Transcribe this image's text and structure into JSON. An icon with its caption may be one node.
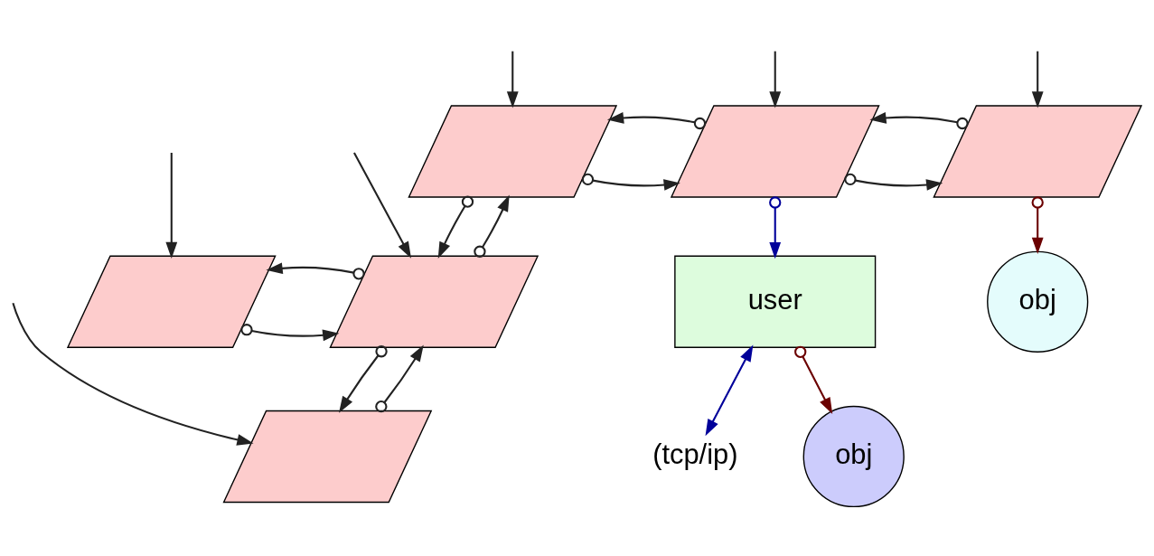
{
  "diagram": {
    "nodes": [
      {
        "text": [],
        "shape": "parallelogram"
      },
      {
        "text": [],
        "shape": "parallelogram"
      },
      {
        "text": [],
        "shape": "parallelogram"
      },
      {
        "text": [],
        "shape": "parallelogram"
      },
      {
        "text": [],
        "shape": "parallelogram"
      },
      {
        "text": [],
        "shape": "parallelogram"
      },
      {
        "text": [
          "user"
        ]
      },
      {
        "text": [
          "obj"
        ]
      },
      {
        "text": [
          "obj"
        ]
      },
      {
        "text": [
          "(tcp/ip)"
        ]
      }
    ],
    "edges": [
      {
        "from": null,
        "to": 0,
        "arrow": "to"
      },
      {
        "from": null,
        "to": 1,
        "arrow": "to"
      },
      {
        "from": null,
        "to": 2,
        "arrow": "to"
      },
      {
        "from": null,
        "to": 3,
        "arrow": "to"
      },
      {
        "from": null,
        "to": 4,
        "arrow": "to"
      },
      {
        "from": null,
        "to": 5,
        "arrow": "to"
      },
      {
        "from": 0,
        "to": 1,
        "arrow": "to"
      },
      {
        "from": 1,
        "to": 0,
        "arrow": "to"
      },
      {
        "from": 1,
        "to": 2,
        "arrow": "to"
      },
      {
        "from": 2,
        "to": 1,
        "arrow": "to"
      },
      {
        "from": 3,
        "to": 4,
        "arrow": "to"
      },
      {
        "from": 4,
        "to": 3,
        "arrow": "to"
      },
      {
        "from": 0,
        "to": 4,
        "arrow": "to"
      },
      {
        "from": 4,
        "to": 0,
        "arrow": "to"
      },
      {
        "from": 4,
        "to": 5,
        "arrow": "to"
      },
      {
        "from": 5,
        "to": 4,
        "arrow": "to"
      },
      {
        "from": 1,
        "to": 6,
        "arrow": "to",
        "color": "#00009a"
      },
      {
        "from": 2,
        "to": 7,
        "arrow": "to",
        "color": "#6b0000"
      },
      {
        "from": 6,
        "to": 8,
        "arrow": "to",
        "color": "#6b0000"
      },
      {
        "from": 6,
        "to": 9,
        "arrow": "both",
        "color": "#00009a"
      }
    ]
  }
}
